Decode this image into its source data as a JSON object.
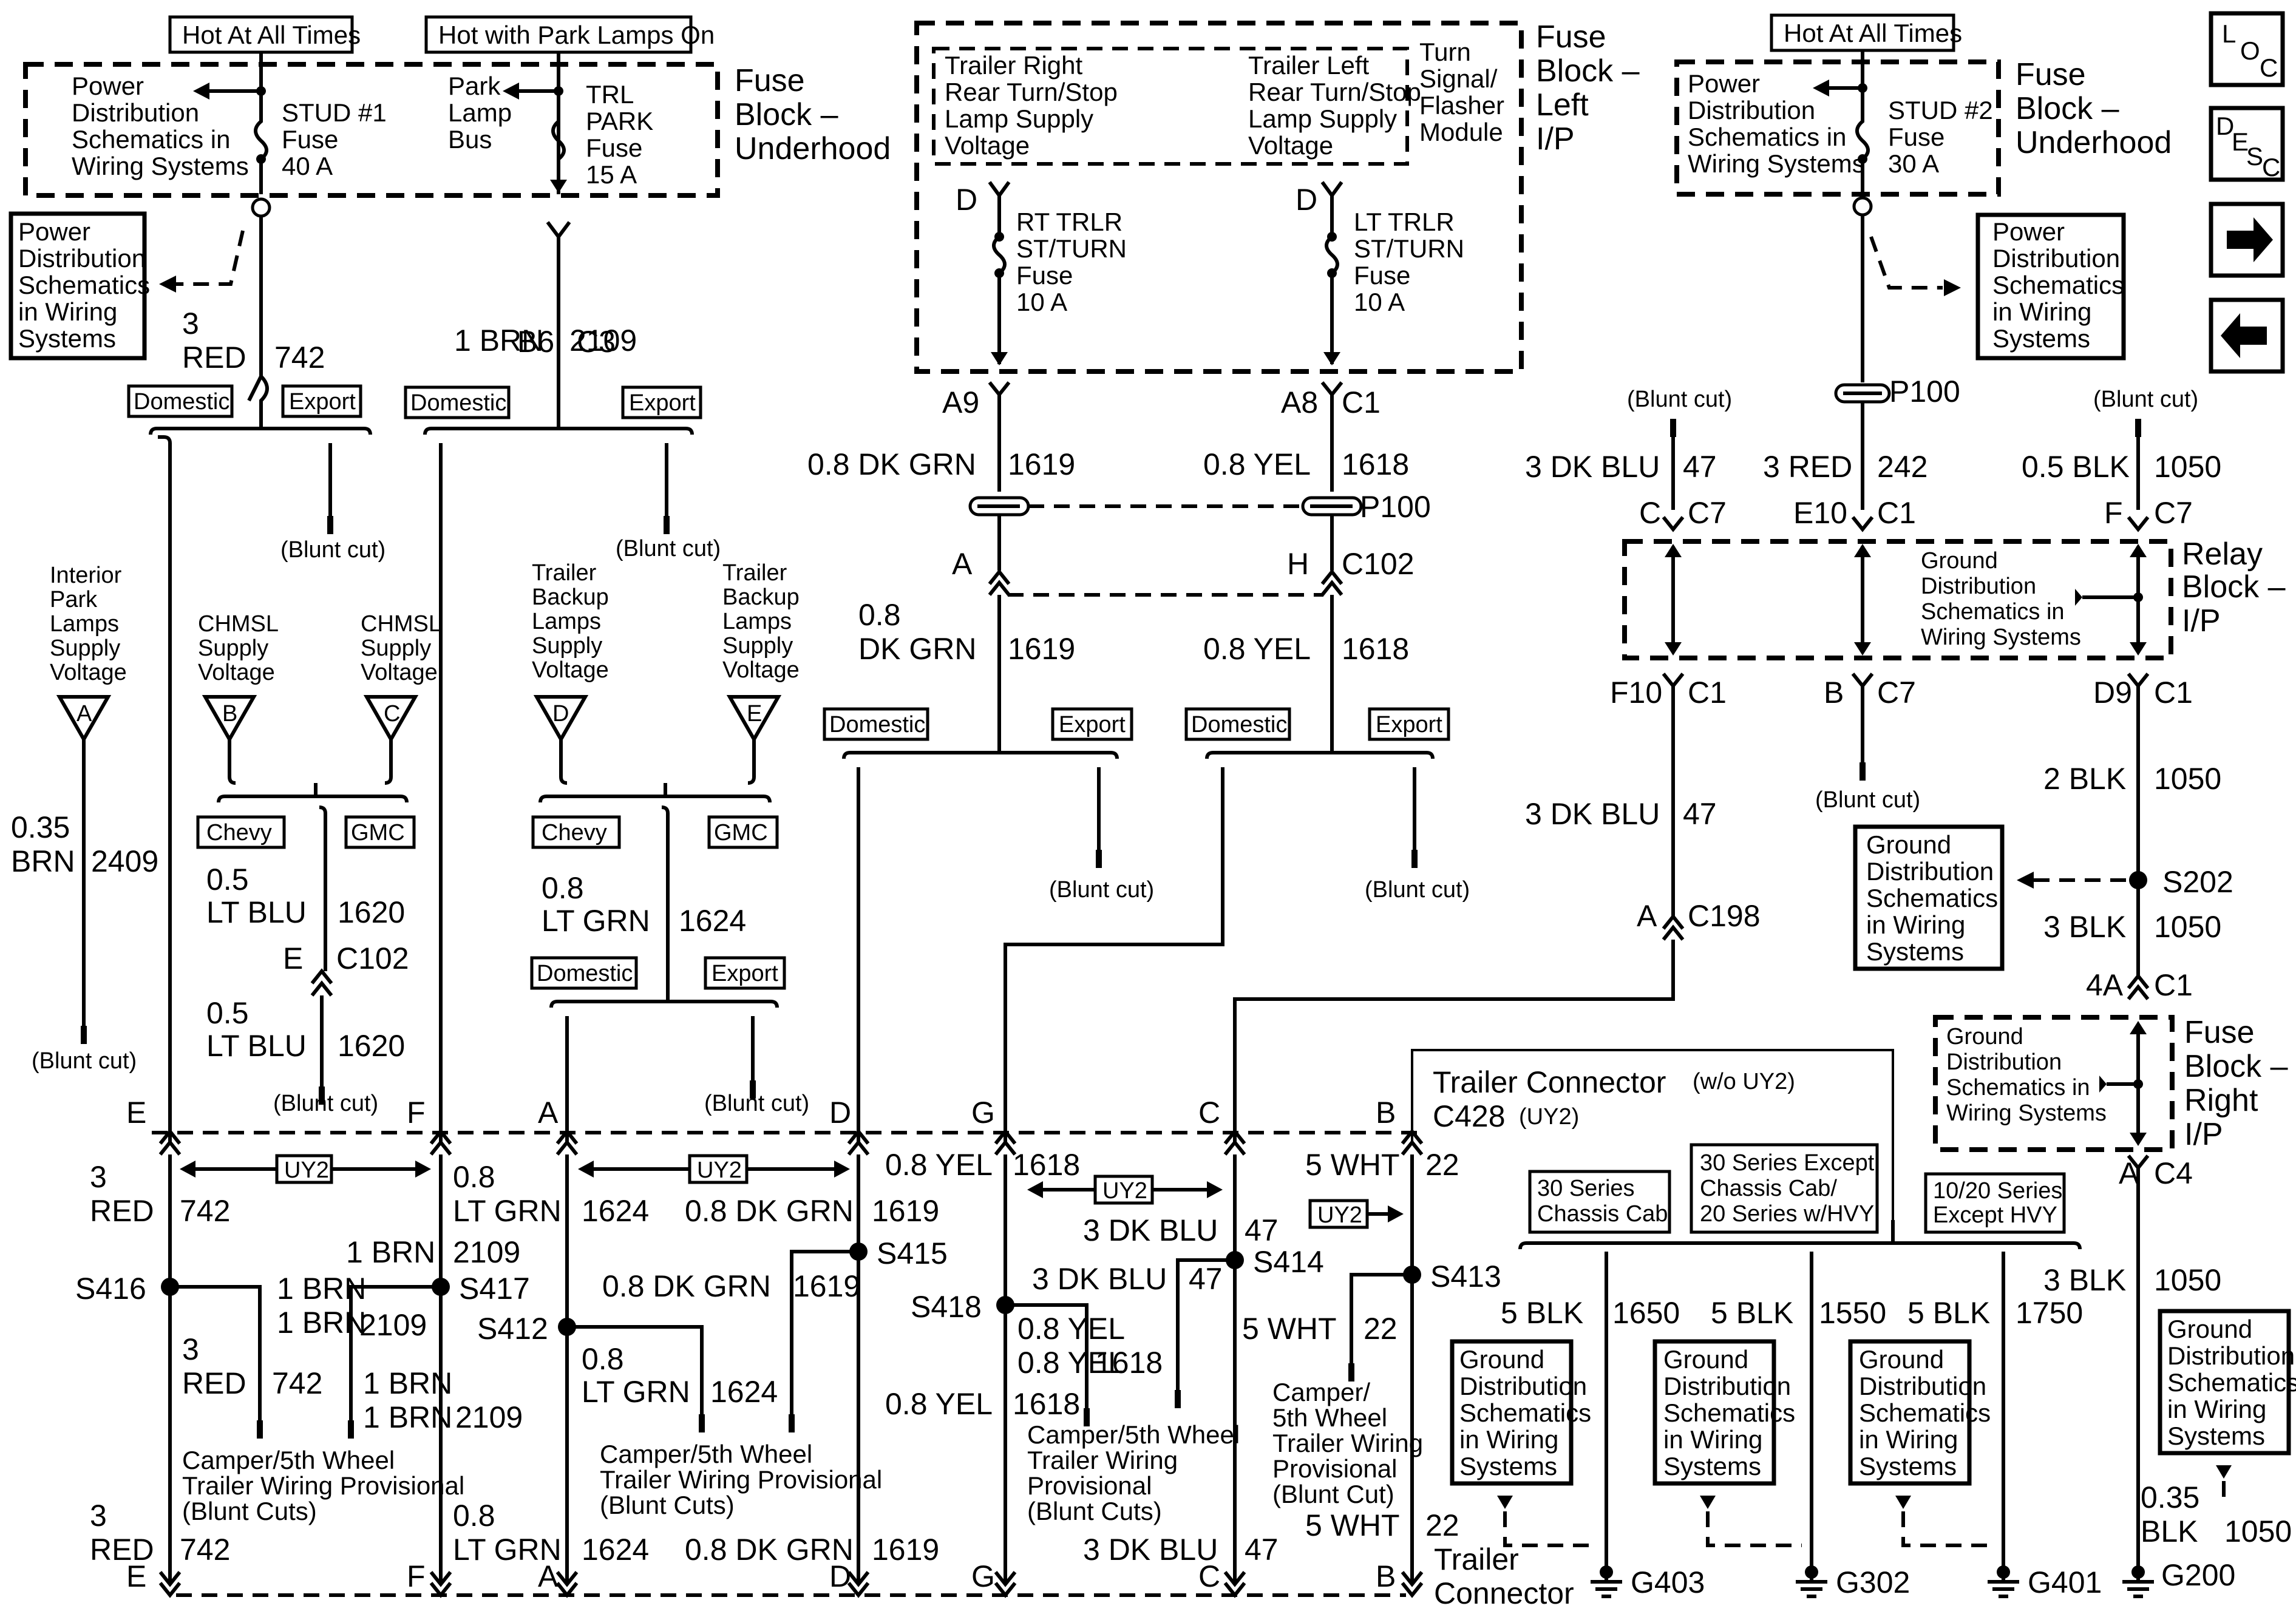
{
  "header": {
    "hot_at_all_times_left": "Hot At All Times",
    "hot_with_park_lamps": "Hot with Park Lamps On",
    "hot_at_all_times_right": "Hot At All Times"
  },
  "nav": {
    "loc_icon": "loc-icon",
    "desc_icon": "desc-icon",
    "next_icon": "arrow-right-icon",
    "prev_icon": "arrow-left-icon"
  },
  "fuse_block_underhood_left": {
    "label": [
      "Fuse",
      "Block –",
      "Underhood"
    ],
    "pd_note": [
      "Power",
      "Distribution",
      "Schematics in",
      "Wiring Systems"
    ],
    "stud_fuse": [
      "STUD #1",
      "Fuse",
      "40 A"
    ],
    "park_bus": [
      "Park",
      "Lamp",
      "Bus"
    ],
    "trl_fuse": [
      "TRL",
      "PARK",
      "Fuse",
      "15 A"
    ],
    "pd_box": [
      "Power",
      "Distribution",
      "Schematics",
      "in Wiring",
      "Systems"
    ],
    "b6": "B6",
    "c3": "C3"
  },
  "fuse_block_lip": {
    "label": [
      "Fuse",
      "Block –",
      "Left",
      "I/P"
    ],
    "right_supply": [
      "Trailer Right",
      "Rear Turn/Stop",
      "Lamp Supply",
      "Voltage"
    ],
    "left_supply": [
      "Trailer Left",
      "Rear Turn/Stop",
      "Lamp Supply",
      "Voltage"
    ],
    "module": [
      "Turn",
      "Signal/",
      "Flasher",
      "Module"
    ],
    "rt_fuse": [
      "RT TRLR",
      "ST/TURN",
      "Fuse",
      "10 A"
    ],
    "lt_fuse": [
      "LT TRLR",
      "ST/TURN",
      "Fuse",
      "10 A"
    ],
    "d": "D",
    "a9": "A9",
    "a8": "A8",
    "c1": "C1"
  },
  "fuse_block_underhood_right": {
    "label": [
      "Fuse",
      "Block –",
      "Underhood"
    ],
    "pd_note": [
      "Power",
      "Distribution",
      "Schematics in",
      "Wiring Systems"
    ],
    "stud_fuse": [
      "STUD #2",
      "Fuse",
      "30 A"
    ],
    "pd_box": [
      "Power",
      "Distribution",
      "Schematics",
      "in Wiring",
      "Systems"
    ]
  },
  "wires": {
    "w3red742": [
      "3",
      "RED",
      "742"
    ],
    "w1brn2109": [
      "1 BRN",
      "2109"
    ],
    "w08dkgrn1619": [
      "0.8 DK GRN",
      "1619"
    ],
    "w08yel1618": [
      "0.8 YEL",
      "1618"
    ],
    "w3dkblu47": [
      "3 DK BLU",
      "47"
    ],
    "w3red242": [
      "3 RED",
      "242"
    ],
    "w05blk1050": [
      "0.5 BLK",
      "1050"
    ],
    "w035brn2409": [
      "0.35",
      "BRN",
      "2409"
    ],
    "w05ltblu1620": [
      "0.5",
      "LT BLU",
      "1620"
    ],
    "w08ltgrn1624": [
      "0.8",
      "LT GRN",
      "1624"
    ],
    "w08dkgrn2": [
      "0.8",
      "DK GRN",
      "1619"
    ],
    "w2blk1050": [
      "2 BLK",
      "1050"
    ],
    "w3blk1050": [
      "3 BLK",
      "1050"
    ],
    "w5wht22": [
      "5 WHT",
      "22"
    ],
    "w5blk1650": [
      "5 BLK",
      "1650"
    ],
    "w5blk1550": [
      "5 BLK",
      "1550"
    ],
    "w5blk1750": [
      "5 BLK",
      "1750"
    ],
    "w035blk1050": [
      "0.35",
      "BLK",
      "1050"
    ]
  },
  "options": {
    "domestic": "Domestic",
    "export": "Export",
    "chevy": "Chevy",
    "gmc": "GMC",
    "uy2": "UY2"
  },
  "blunt_cut": "(Blunt cut)",
  "supply_labels": {
    "interior_park": [
      "Interior",
      "Park",
      "Lamps",
      "Supply",
      "Voltage"
    ],
    "chmsl": [
      "CHMSL",
      "Supply",
      "Voltage"
    ],
    "backup": [
      "Trailer",
      "Backup",
      "Lamps",
      "Supply",
      "Voltage"
    ],
    "flags": [
      "A",
      "B",
      "C",
      "D",
      "E"
    ]
  },
  "connectors": {
    "p100": "P100",
    "c7": "C7",
    "c1": "C1",
    "c102": "C102",
    "c198": "C198",
    "c4": "C4",
    "e10": "E10",
    "f10": "F10",
    "d9": "D9",
    "b": "B",
    "c": "C",
    "f": "F",
    "a": "A",
    "h": "H",
    "e": "E",
    "4a": "4A",
    "splices": [
      "S416",
      "S417",
      "S412",
      "S415",
      "S418",
      "S414",
      "S413",
      "S202"
    ],
    "pins": [
      "E",
      "F",
      "A",
      "D",
      "G",
      "C",
      "B"
    ]
  },
  "relay_block": {
    "label": [
      "Relay",
      "Block –",
      "I/P"
    ],
    "gd_note": [
      "Ground",
      "Distribution",
      "Schematics in",
      "Wiring Systems"
    ]
  },
  "fuse_block_rip": {
    "label": [
      "Fuse",
      "Block –",
      "Right",
      "I/P"
    ],
    "gd_note": [
      "Ground",
      "Distribution",
      "Schematics in",
      "Wiring Systems"
    ]
  },
  "ground_note": [
    "Ground",
    "Distribution",
    "Schematics",
    "in Wiring",
    "Systems"
  ],
  "trailer_connector": {
    "title": "Trailer Connector",
    "wo": "(w/o UY2)",
    "c428": "C428",
    "uy2p": "(UY2)",
    "bottom": [
      "Trailer",
      "Connector"
    ]
  },
  "series_options": {
    "s30cc": [
      "30 Series",
      "Chassis Cab"
    ],
    "s30ex": [
      "30 Series Except",
      "Chassis Cab/",
      "20 Series w/HVY"
    ],
    "s1020": [
      "10/20 Series",
      "Except HVY"
    ]
  },
  "camper": {
    "left": [
      "Camper/5th Wheel",
      "Trailer Wiring Provisional",
      "(Blunt Cuts)"
    ],
    "mid": [
      "Camper/5th Wheel",
      "Trailer Wiring Provisional",
      "(Blunt Cuts)"
    ],
    "gsec": [
      "Camper/5th Wheel",
      "Trailer Wiring",
      "Provisional",
      "(Blunt Cuts)"
    ],
    "bsec": [
      "Camper/",
      "5th Wheel",
      "Trailer Wiring",
      "Provisional",
      "(Blunt Cut)"
    ]
  },
  "grounds": [
    "G403",
    "G302",
    "G401",
    "G200"
  ]
}
